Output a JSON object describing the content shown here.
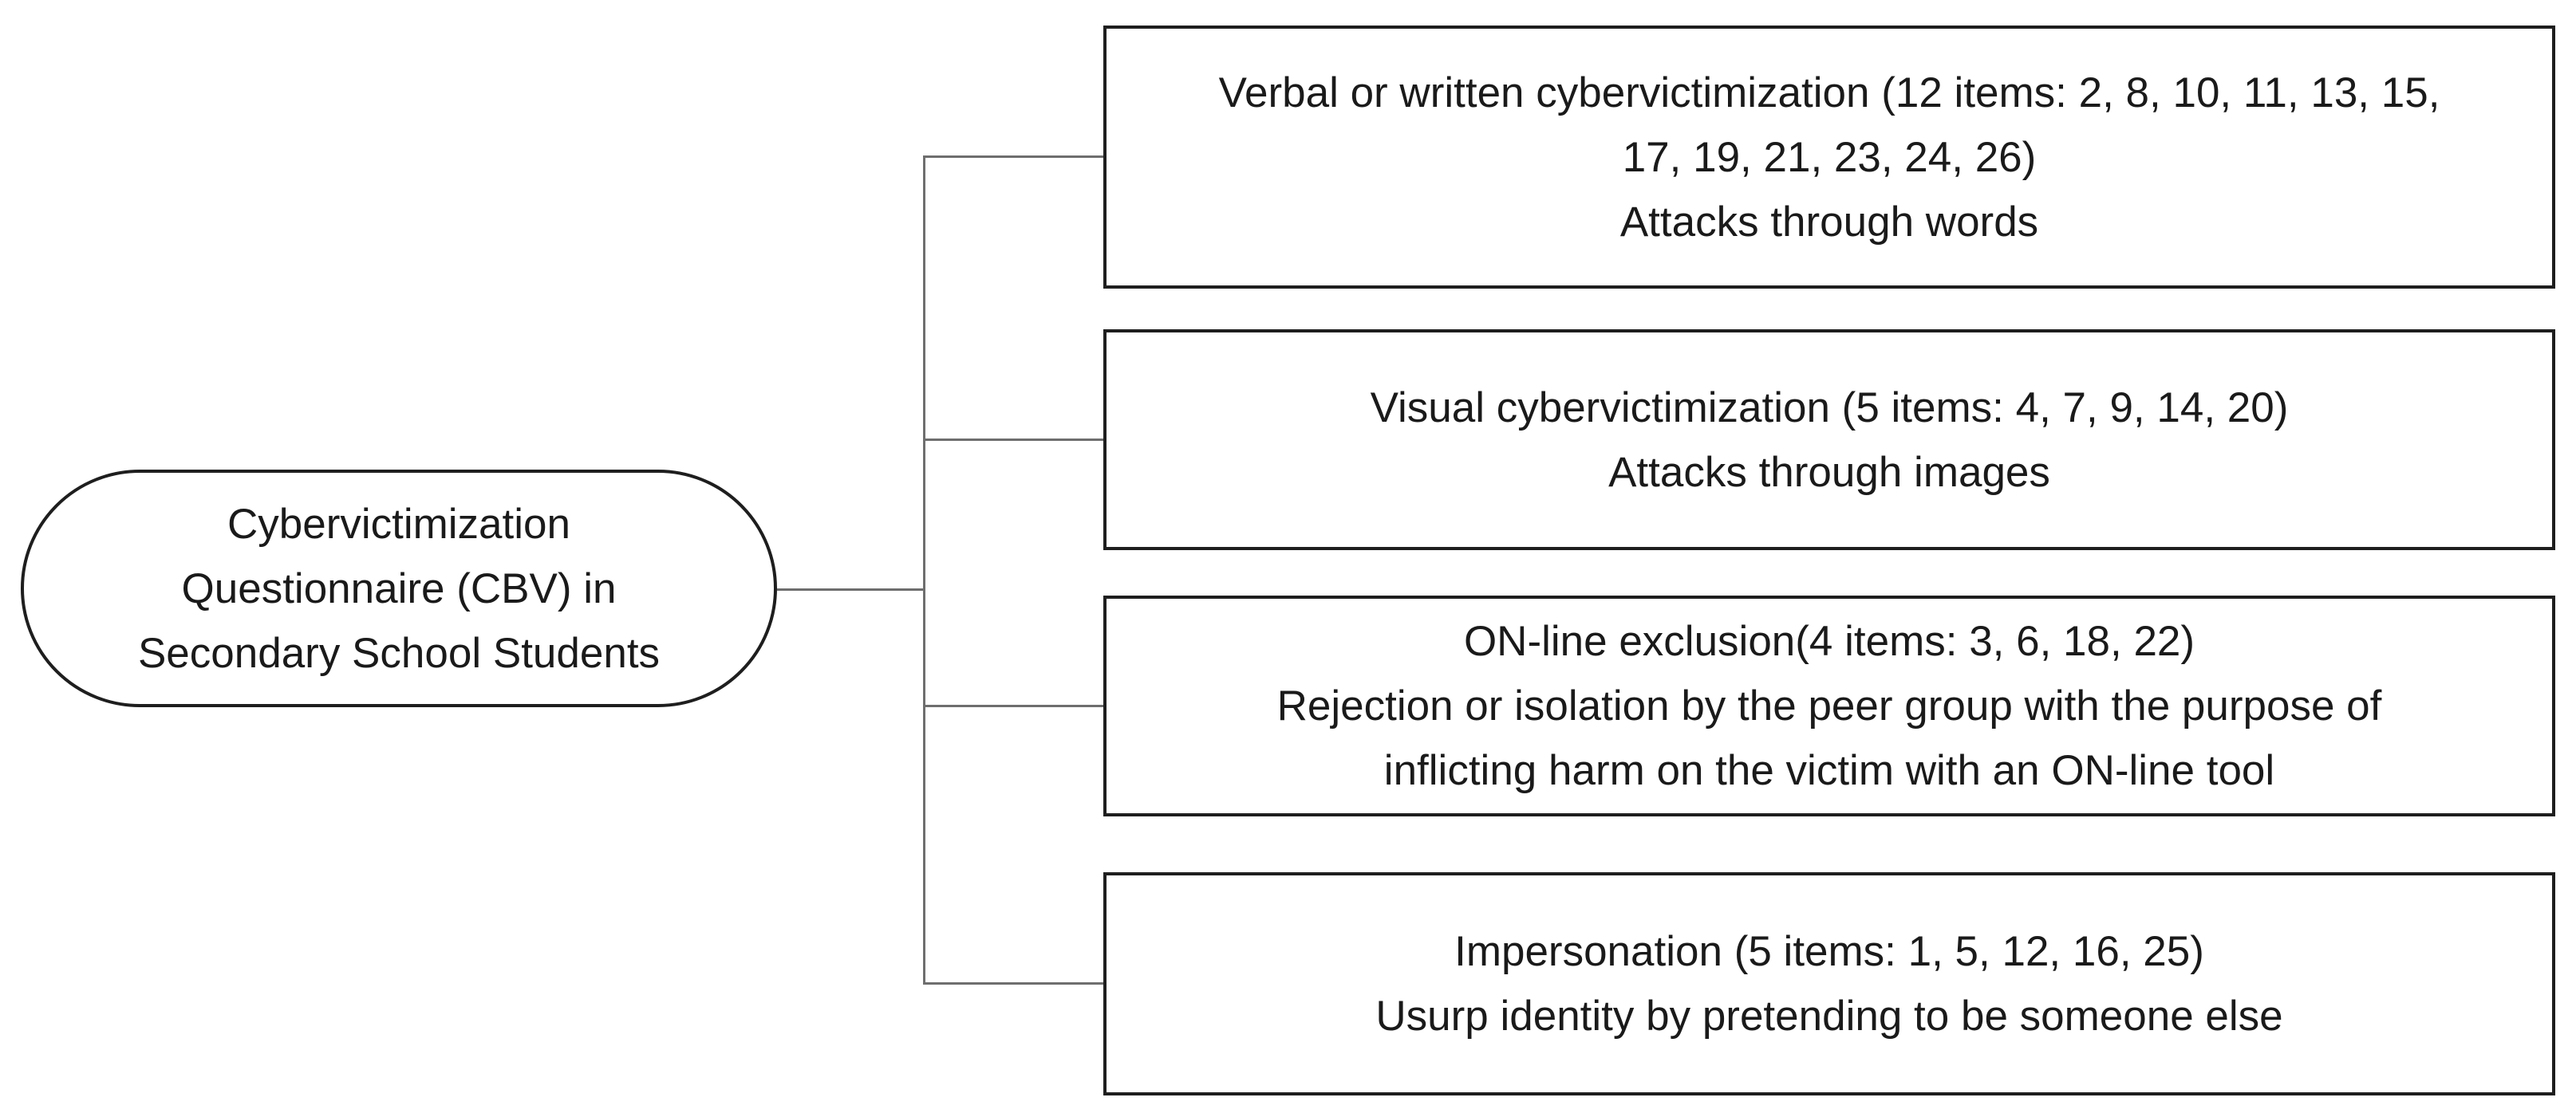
{
  "colors": {
    "background": "#ffffff",
    "text": "#1a1a1a",
    "box_border": "#1e1e1e",
    "connector_line": "#6e6e6e"
  },
  "root_node": {
    "lines": [
      "Cybervictimization",
      "Questionnaire (CBV) in",
      "Secondary School Students"
    ]
  },
  "branch_boxes": [
    {
      "id": "verbal-written-cybervictimization",
      "lines": [
        "Verbal or written cybervictimization (12 items: 2, 8, 10, 11, 13, 15,",
        "17, 19, 21, 23, 24, 26)",
        "Attacks through words"
      ]
    },
    {
      "id": "visual-cybervictimization",
      "lines": [
        "Visual cybervictimization (5 items: 4, 7, 9, 14, 20)",
        "Attacks through images"
      ]
    },
    {
      "id": "online-exclusion",
      "lines": [
        "ON-line exclusion(4 items: 3, 6, 18, 22)",
        "Rejection or isolation by the peer group with the purpose of",
        "inflicting harm on the victim with an ON-line tool"
      ]
    },
    {
      "id": "impersonation",
      "lines": [
        "Impersonation (5 items: 1, 5, 12, 16, 25)",
        "Usurp identity by pretending to be someone else"
      ]
    }
  ]
}
